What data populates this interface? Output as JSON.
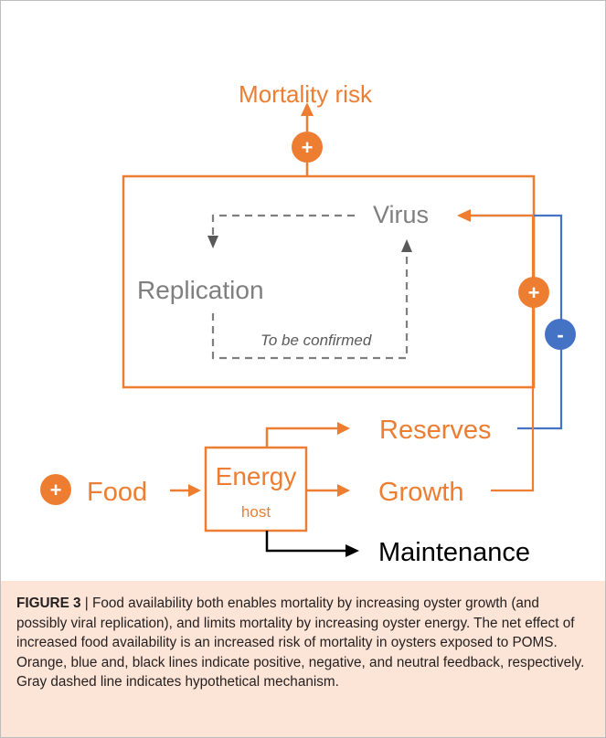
{
  "diagram": {
    "title": "Mortality risk",
    "nodes": {
      "virus": "Virus",
      "replication": "Replication",
      "to_be_confirmed": "To be confirmed",
      "reserves": "Reserves",
      "growth": "Growth",
      "food": "Food",
      "energy": "Energy",
      "host": "host",
      "maintenance": "Maintenance"
    },
    "signs": {
      "mortality": "+",
      "growth_to_virus": "+",
      "reserves_to_virus": "-",
      "food": "+"
    },
    "colors": {
      "positive": "#ed7d31",
      "negative": "#4472c4",
      "neutral": "#000000",
      "hypothetical": "#7f7f7f"
    }
  },
  "caption": {
    "label": "FIGURE 3",
    "separator": " | ",
    "text": "Food availability both enables mortality by increasing oyster growth (and possibly viral replication), and limits mortality by increasing oyster energy. The net effect of increased food availability is an increased risk of mortality in oysters exposed to POMS. Orange, blue and, black lines indicate positive, negative, and neutral feedback, respectively. Gray dashed line indicates hypothetical mechanism."
  }
}
